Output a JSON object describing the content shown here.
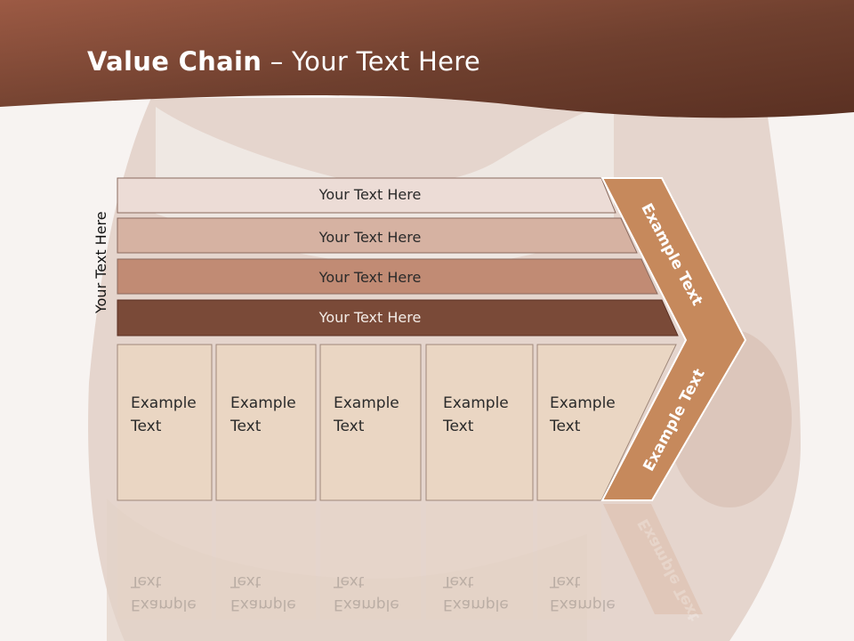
{
  "slide": {
    "title_bold": "Value Chain",
    "title_rest": " – Your Text Here",
    "side_label": "Your Text Here"
  },
  "bars": [
    {
      "label": "Your Text Here",
      "color": "#ecdcd6"
    },
    {
      "label": "Your Text Here",
      "color": "#d6b2a2"
    },
    {
      "label": "Your Text Here",
      "color": "#c18b74"
    },
    {
      "label": "Your Text Here",
      "color": "#7a4a38"
    }
  ],
  "boxes": [
    {
      "line1": "Example",
      "line2": "Text"
    },
    {
      "line1": "Example",
      "line2": "Text"
    },
    {
      "line1": "Example",
      "line2": "Text"
    },
    {
      "line1": "Example",
      "line2": "Text"
    },
    {
      "line1": "Example",
      "line2": "Text"
    }
  ],
  "chevron": {
    "upper_label": "Example Text",
    "lower_label": "Example Text",
    "color": "#c6895c"
  },
  "colors": {
    "header": "#6e3f2e",
    "box_fill": "#ead6c3"
  }
}
